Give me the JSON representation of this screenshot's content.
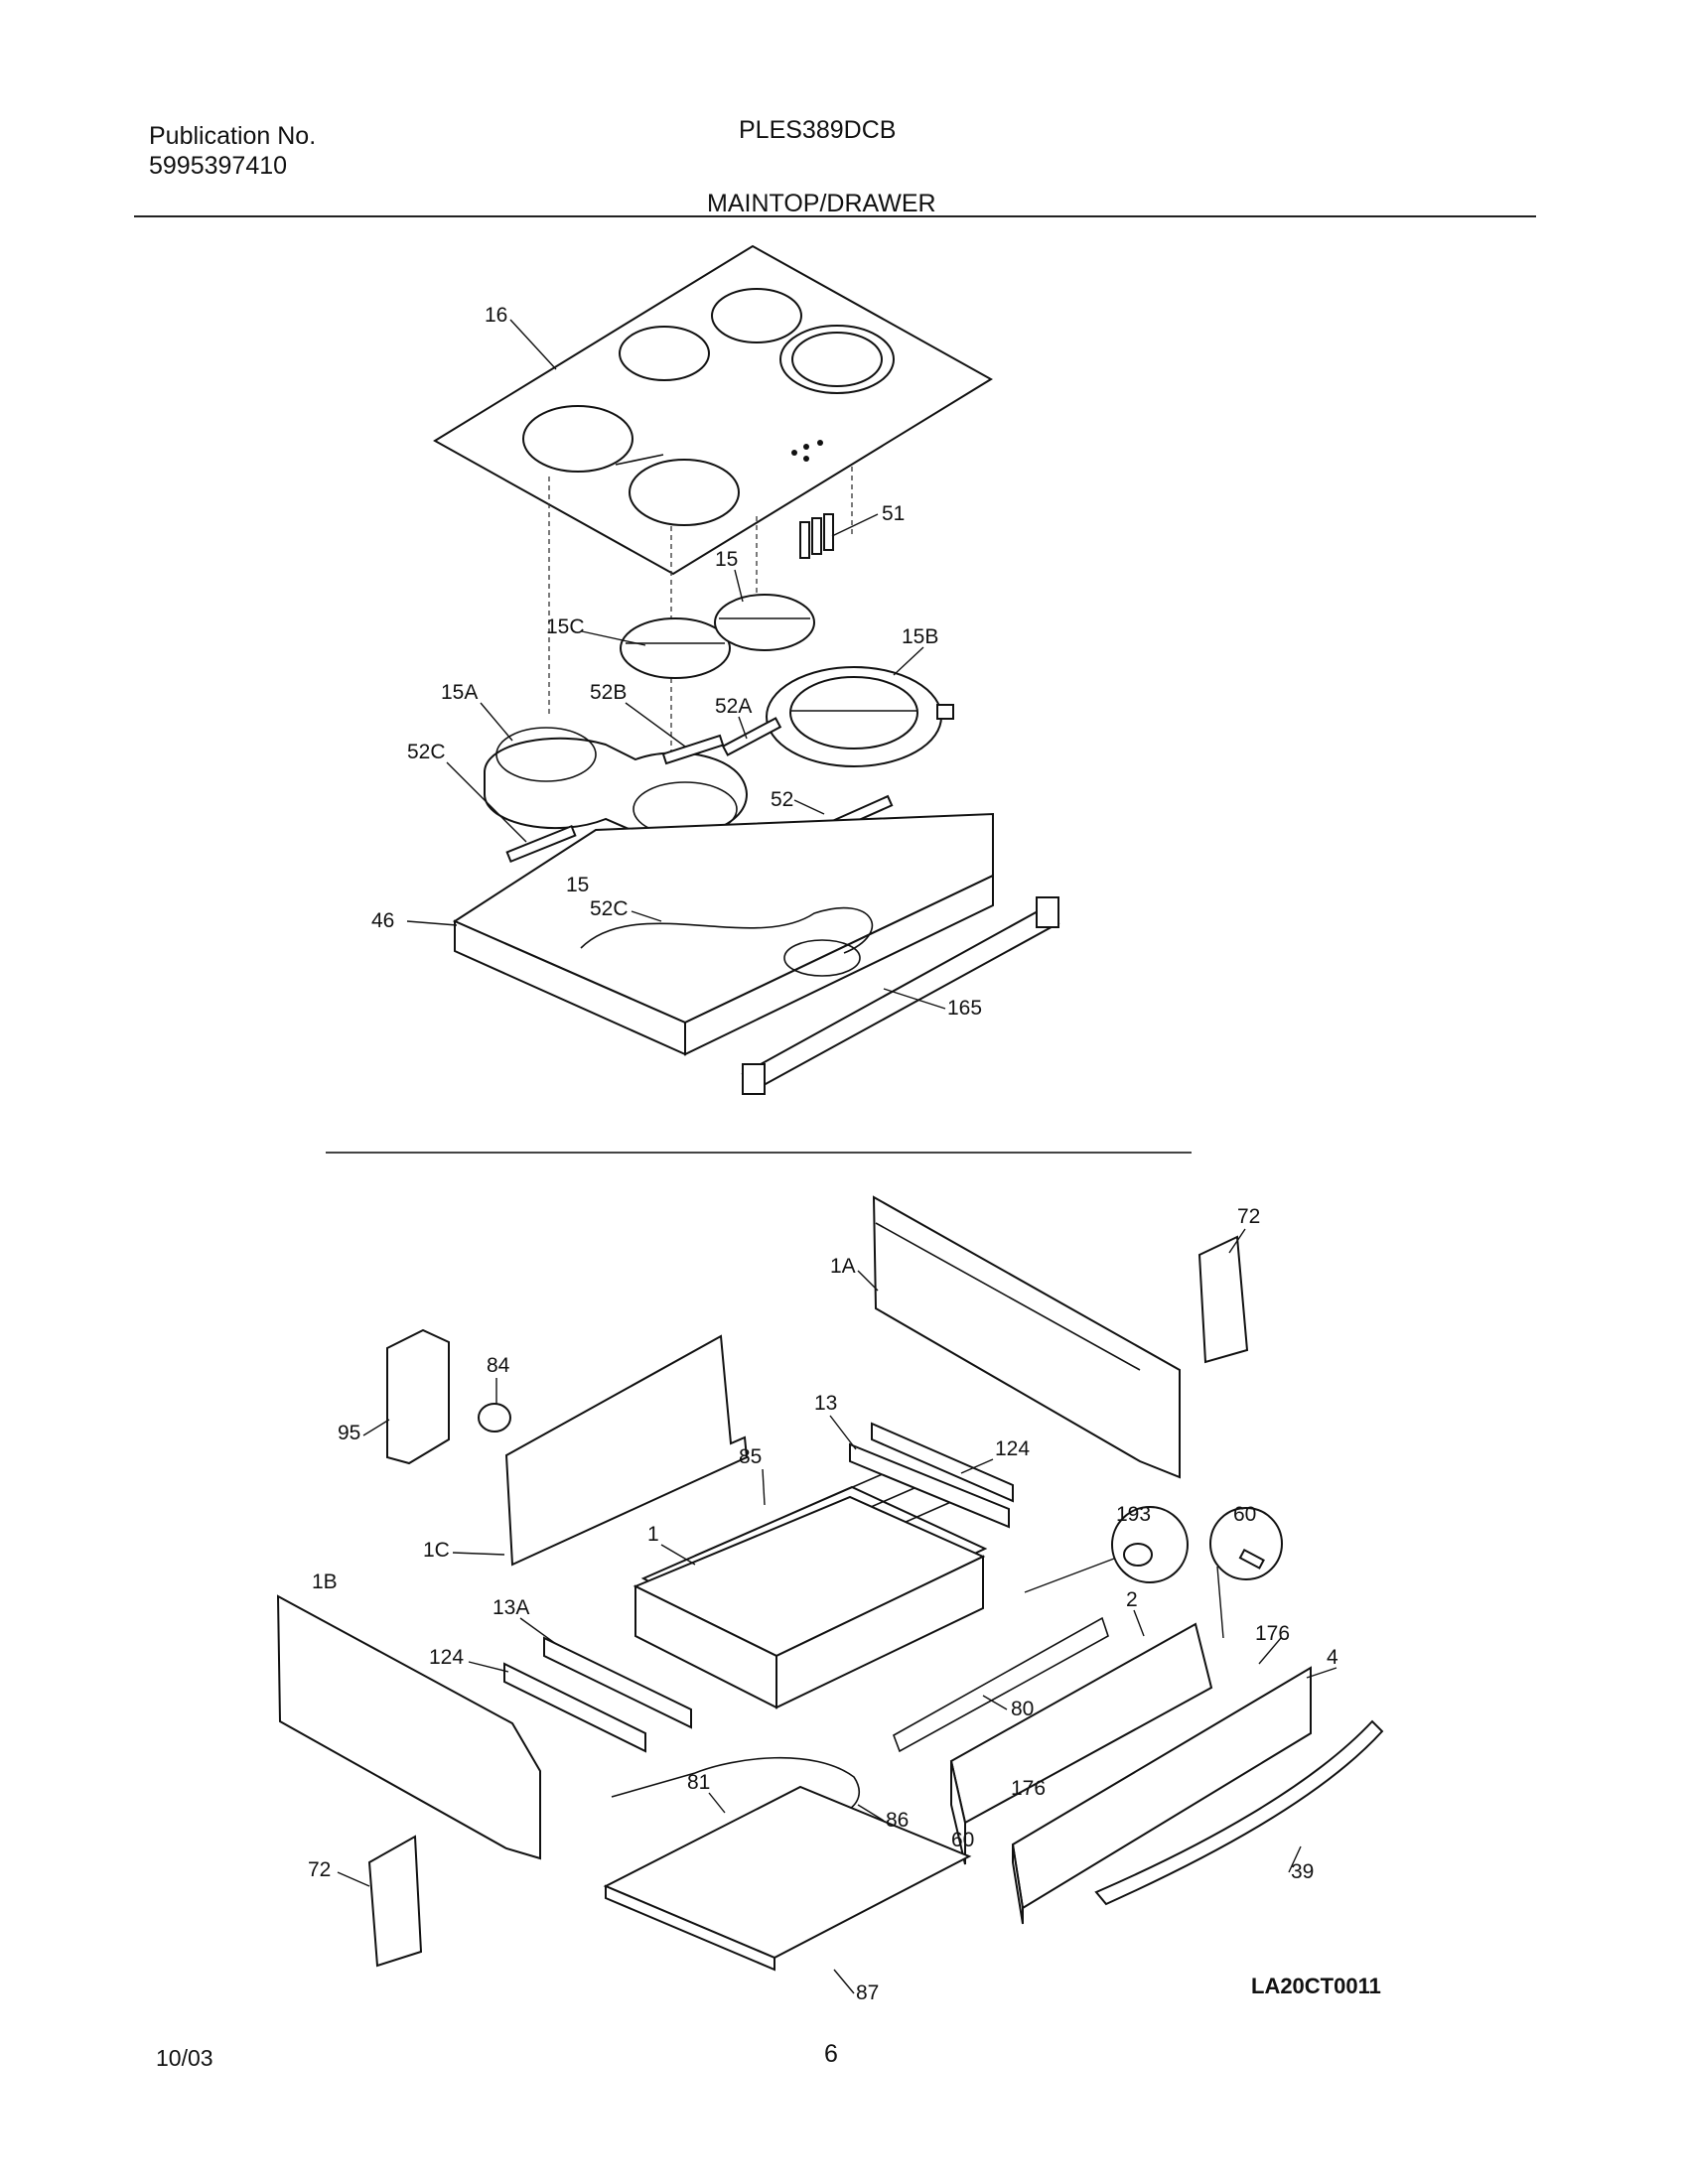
{
  "header": {
    "publication_label": "Publication No.",
    "publication_number": "5995397410",
    "model": "PLES389DCB",
    "section": "MAINTOP/DRAWER"
  },
  "footer": {
    "date": "10/03",
    "page": "6",
    "drawing_code": "LA20CT0011"
  },
  "callouts": {
    "c16": "16",
    "c51": "51",
    "c15_top": "15",
    "c15C": "15C",
    "c15B": "15B",
    "c15A": "15A",
    "c52B": "52B",
    "c52A": "52A",
    "c52C": "52C",
    "c52": "52",
    "c15_mid": "15",
    "c46": "46",
    "c52C_b": "52C",
    "c165": "165",
    "c72_top": "72",
    "c1A": "1A",
    "c84": "84",
    "c95": "95",
    "c13": "13",
    "c124_top": "124",
    "c85": "85",
    "c193": "193",
    "c60_top": "60",
    "c1": "1",
    "c1C": "1C",
    "c2": "2",
    "c176_top": "176",
    "c4": "4",
    "c1B": "1B",
    "c13A": "13A",
    "c124_bot": "124",
    "c80": "80",
    "c81": "81",
    "c176_bot": "176",
    "c86": "86",
    "c60_bot": "60",
    "c39": "39",
    "c72_bot": "72",
    "c87": "87"
  }
}
